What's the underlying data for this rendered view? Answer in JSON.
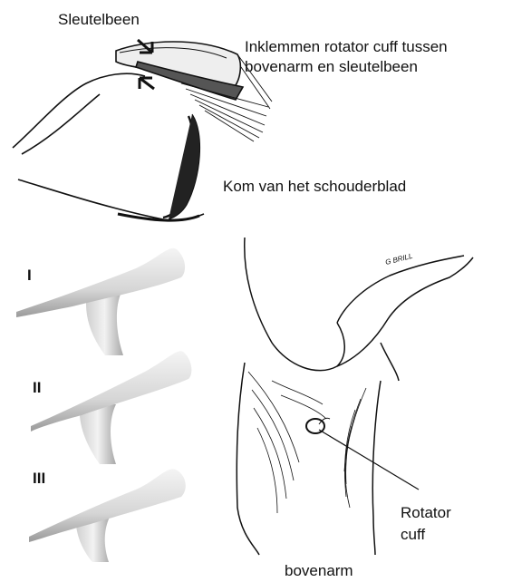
{
  "labels": {
    "clavicle": "Sleutelbeen",
    "impingement_line1": "Inklemmen rotator cuff tussen",
    "impingement_line2": "bovenarm en sleutelbeen",
    "glenoid": "Kom van het schouderblad",
    "rotator_line1": "Rotator",
    "rotator_line2": "cuff",
    "humerus": "bovenarm"
  },
  "acromion_types": [
    "I",
    "II",
    "III"
  ],
  "signature": "G BRILL"
}
